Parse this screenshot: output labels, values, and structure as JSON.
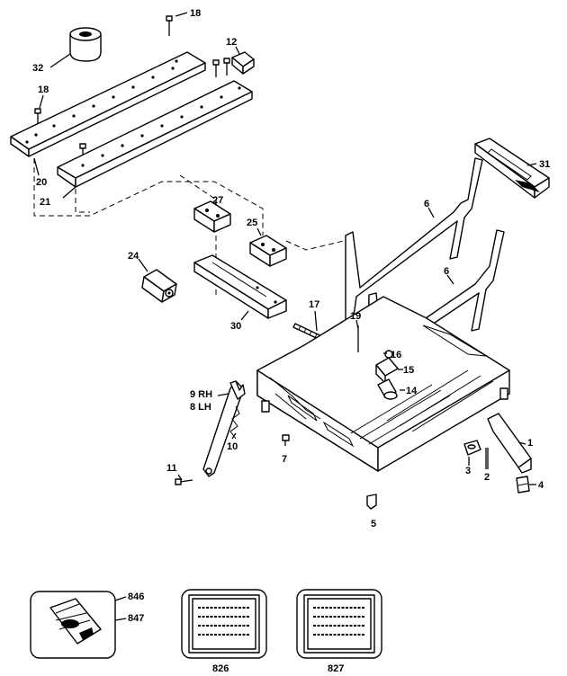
{
  "callouts": {
    "c1": "1",
    "c2": "2",
    "c3": "3",
    "c4": "4",
    "c5": "5",
    "c6a": "6",
    "c6b": "6",
    "c7": "7",
    "c9rh": "9 RH",
    "c8lh": "8 LH",
    "c10": "10",
    "c11": "11",
    "c12": "12",
    "c14": "14",
    "c15": "15",
    "c16": "16",
    "c17": "17",
    "c18a": "18",
    "c18b": "18",
    "c19": "19",
    "c20": "20",
    "c21": "21",
    "c24": "24",
    "c25": "25",
    "c27": "27",
    "c30": "30",
    "c31": "31",
    "c32": "32",
    "c846": "846",
    "c847": "847",
    "c826": "826",
    "c827": "827"
  }
}
